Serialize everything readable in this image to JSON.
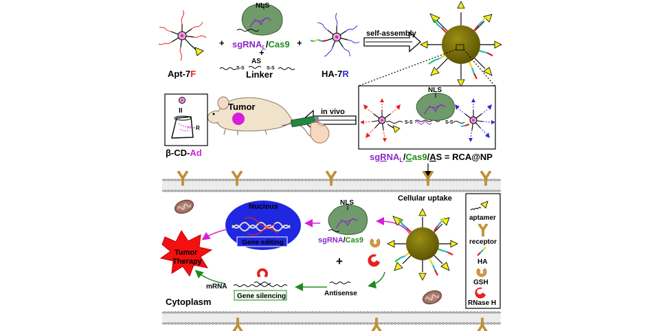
{
  "top": {
    "apt_base": "Apt-7",
    "apt_suffix": "F",
    "nls": "NLS",
    "sgrna": "sgRNA",
    "sub_l": "L",
    "slash": "/",
    "cas9": "Cas9",
    "plus": "+",
    "as": "AS",
    "ss": "S-S",
    "linker": "Linker",
    "ha_base": "HA-7",
    "ha_suffix": "R",
    "self_assembly": "self-assembly"
  },
  "middle": {
    "nls": "NLS",
    "in_vivo": "in vivo",
    "tumor": "Tumor",
    "ii": "II",
    "r": "R",
    "cd_base": "β-CD-",
    "cd_suffix": "Ad",
    "formula": {
      "sg": "sg",
      "r": "R",
      "na": "NA",
      "sub": "L",
      "slash1": "/",
      "c": "C",
      "as9": "as9",
      "slash2": "/",
      "a": "A",
      "s": "S",
      "eq": " = RCA@NP"
    }
  },
  "cell": {
    "cellular_uptake": "Cellular uptake",
    "nls": "NLS",
    "sgrna_cas9": "sgRNA",
    "slash": "/",
    "cas9": "Cas9",
    "nucleus": "Nucleus",
    "gene_editing": "Gene editing",
    "tumor_therapy_1": "Tumor",
    "tumor_therapy_2": "Therapy",
    "plus": "+",
    "mrna": "mRNA",
    "gene_silencing": "Gene silencing",
    "antisense": "Antisense",
    "cytoplasm": "Cytoplasm"
  },
  "legend": {
    "aptamer": "aptamer",
    "receptor": "receptor",
    "ha": "HA",
    "gsh": "GSH",
    "rnase": "RNase H"
  },
  "colors": {
    "red": "#e8201e",
    "blue": "#2b2bd6",
    "green": "#1f8a1f",
    "purple": "#8b27c9",
    "magenta": "#d61fd6",
    "olive": "#7a7008",
    "cas9_green": "#6f9a6a",
    "nucleus_blue": "#1f27e0",
    "receptor_orange": "#c9952e",
    "membrane_gray": "#9a9a9a"
  }
}
